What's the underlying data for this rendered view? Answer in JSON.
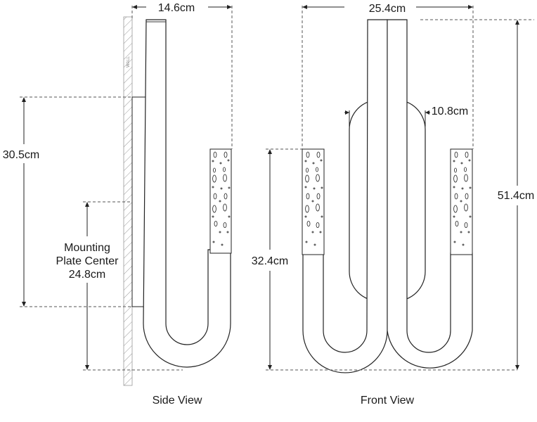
{
  "side_view": {
    "caption": "Side View",
    "wall_label": "WALL",
    "depth_label": "14.6cm",
    "mount_height_label": "30.5cm",
    "plate_center_line1": "Mounting",
    "plate_center_line2": "Plate Center",
    "plate_center_value": "24.8cm"
  },
  "front_view": {
    "caption": "Front View",
    "width_label": "25.4cm",
    "inner_width_label": "10.8cm",
    "pad_height_label": "32.4cm",
    "total_height_label": "51.4cm"
  }
}
